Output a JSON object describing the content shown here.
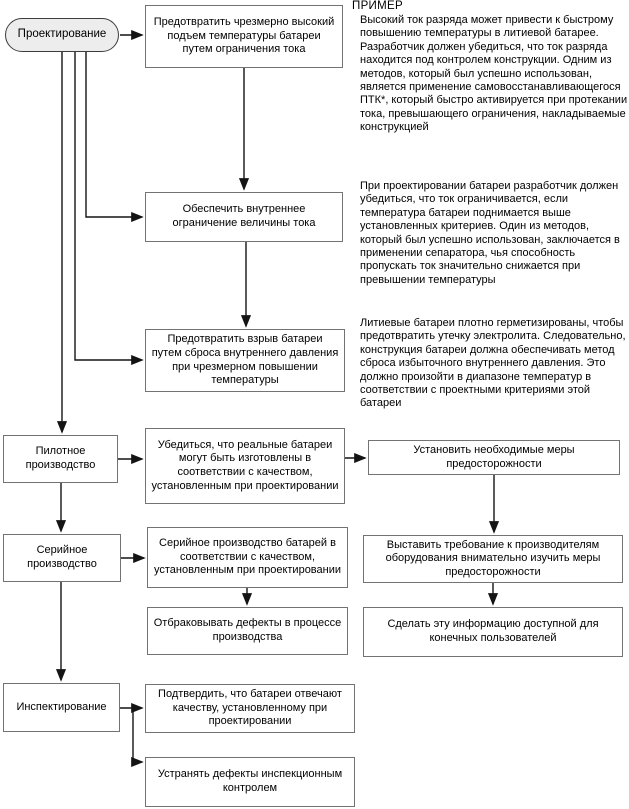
{
  "colors": {
    "background": "#ffffff",
    "box_border": "#737373",
    "oval_border": "#3c3c3c",
    "oval_fill": "#ededed",
    "arrow": "#141414",
    "text": "#000000"
  },
  "nodes": {
    "design": {
      "label": "Проектирование",
      "shape": "oval"
    },
    "step1": {
      "label": "Предотвратить чрезмерно высокий подъем температуры батареи путем ограничения тока"
    },
    "step2": {
      "label": "Обеспечить внутреннее ограничение величины тока"
    },
    "step3": {
      "label": "Предотвратить взрыв батареи путем сброса внутреннего давления при чрезмерном повышении температуры"
    },
    "pilot": {
      "label": "Пилотное производство"
    },
    "pilot_step": {
      "label": "Убедиться, что реальные батареи могут быть изготовлены в соответствии с качеством, установленным при проектировании"
    },
    "measures": {
      "label": "Установить необходимые меры предосторожности"
    },
    "serial": {
      "label": "Серийное производство"
    },
    "serial_step": {
      "label": "Серийное производство батарей в соответствии с качеством, установленным при проектировании"
    },
    "reject": {
      "label": "Отбраковывать дефекты в процессе производства"
    },
    "demand": {
      "label": "Выставить требование к производителям оборудования внимательно изучить меры предосторожности"
    },
    "inform": {
      "label": "Сделать эту информацию доступной для конечных пользователей"
    },
    "inspection": {
      "label": "Инспектирование"
    },
    "confirm": {
      "label": "Подтвердить, что батареи отвечают качеству, установленному при проектировании"
    },
    "fix": {
      "label": "Устранять дефекты инспекционным контролем"
    }
  },
  "example": {
    "title": "ПРИМЕР",
    "paragraphs": {
      "p1": "Высокий ток разряда может привести к быстрому повышению температуры в литиевой батарее. Разработчик должен убедиться, что ток разряда находится под контролем конструкции. Одним из методов, который был успешно использован, является применение самовосстанавливающегося ПТК*, который быстро активируется при протекании тока, превышающего ограничения, накладываемые конструкцией",
      "p2": "При проектировании батареи разработчик должен убедиться, что ток ограничивается, если температура батареи поднимается выше установленных критериев. Один из методов, который был успешно использован, заключается в применении сепаратора, чья способность пропускать ток значительно снижается при превышении температуры",
      "p3": "Литиевые батареи плотно герметизированы, чтобы предотвратить утечку электролита. Следовательно, конструкция батареи должна обеспечивать метод сброса избыточного внутреннего давления. Это должно произойти в диапазоне температур в соответствии с проектными критериями этой батареи"
    }
  }
}
